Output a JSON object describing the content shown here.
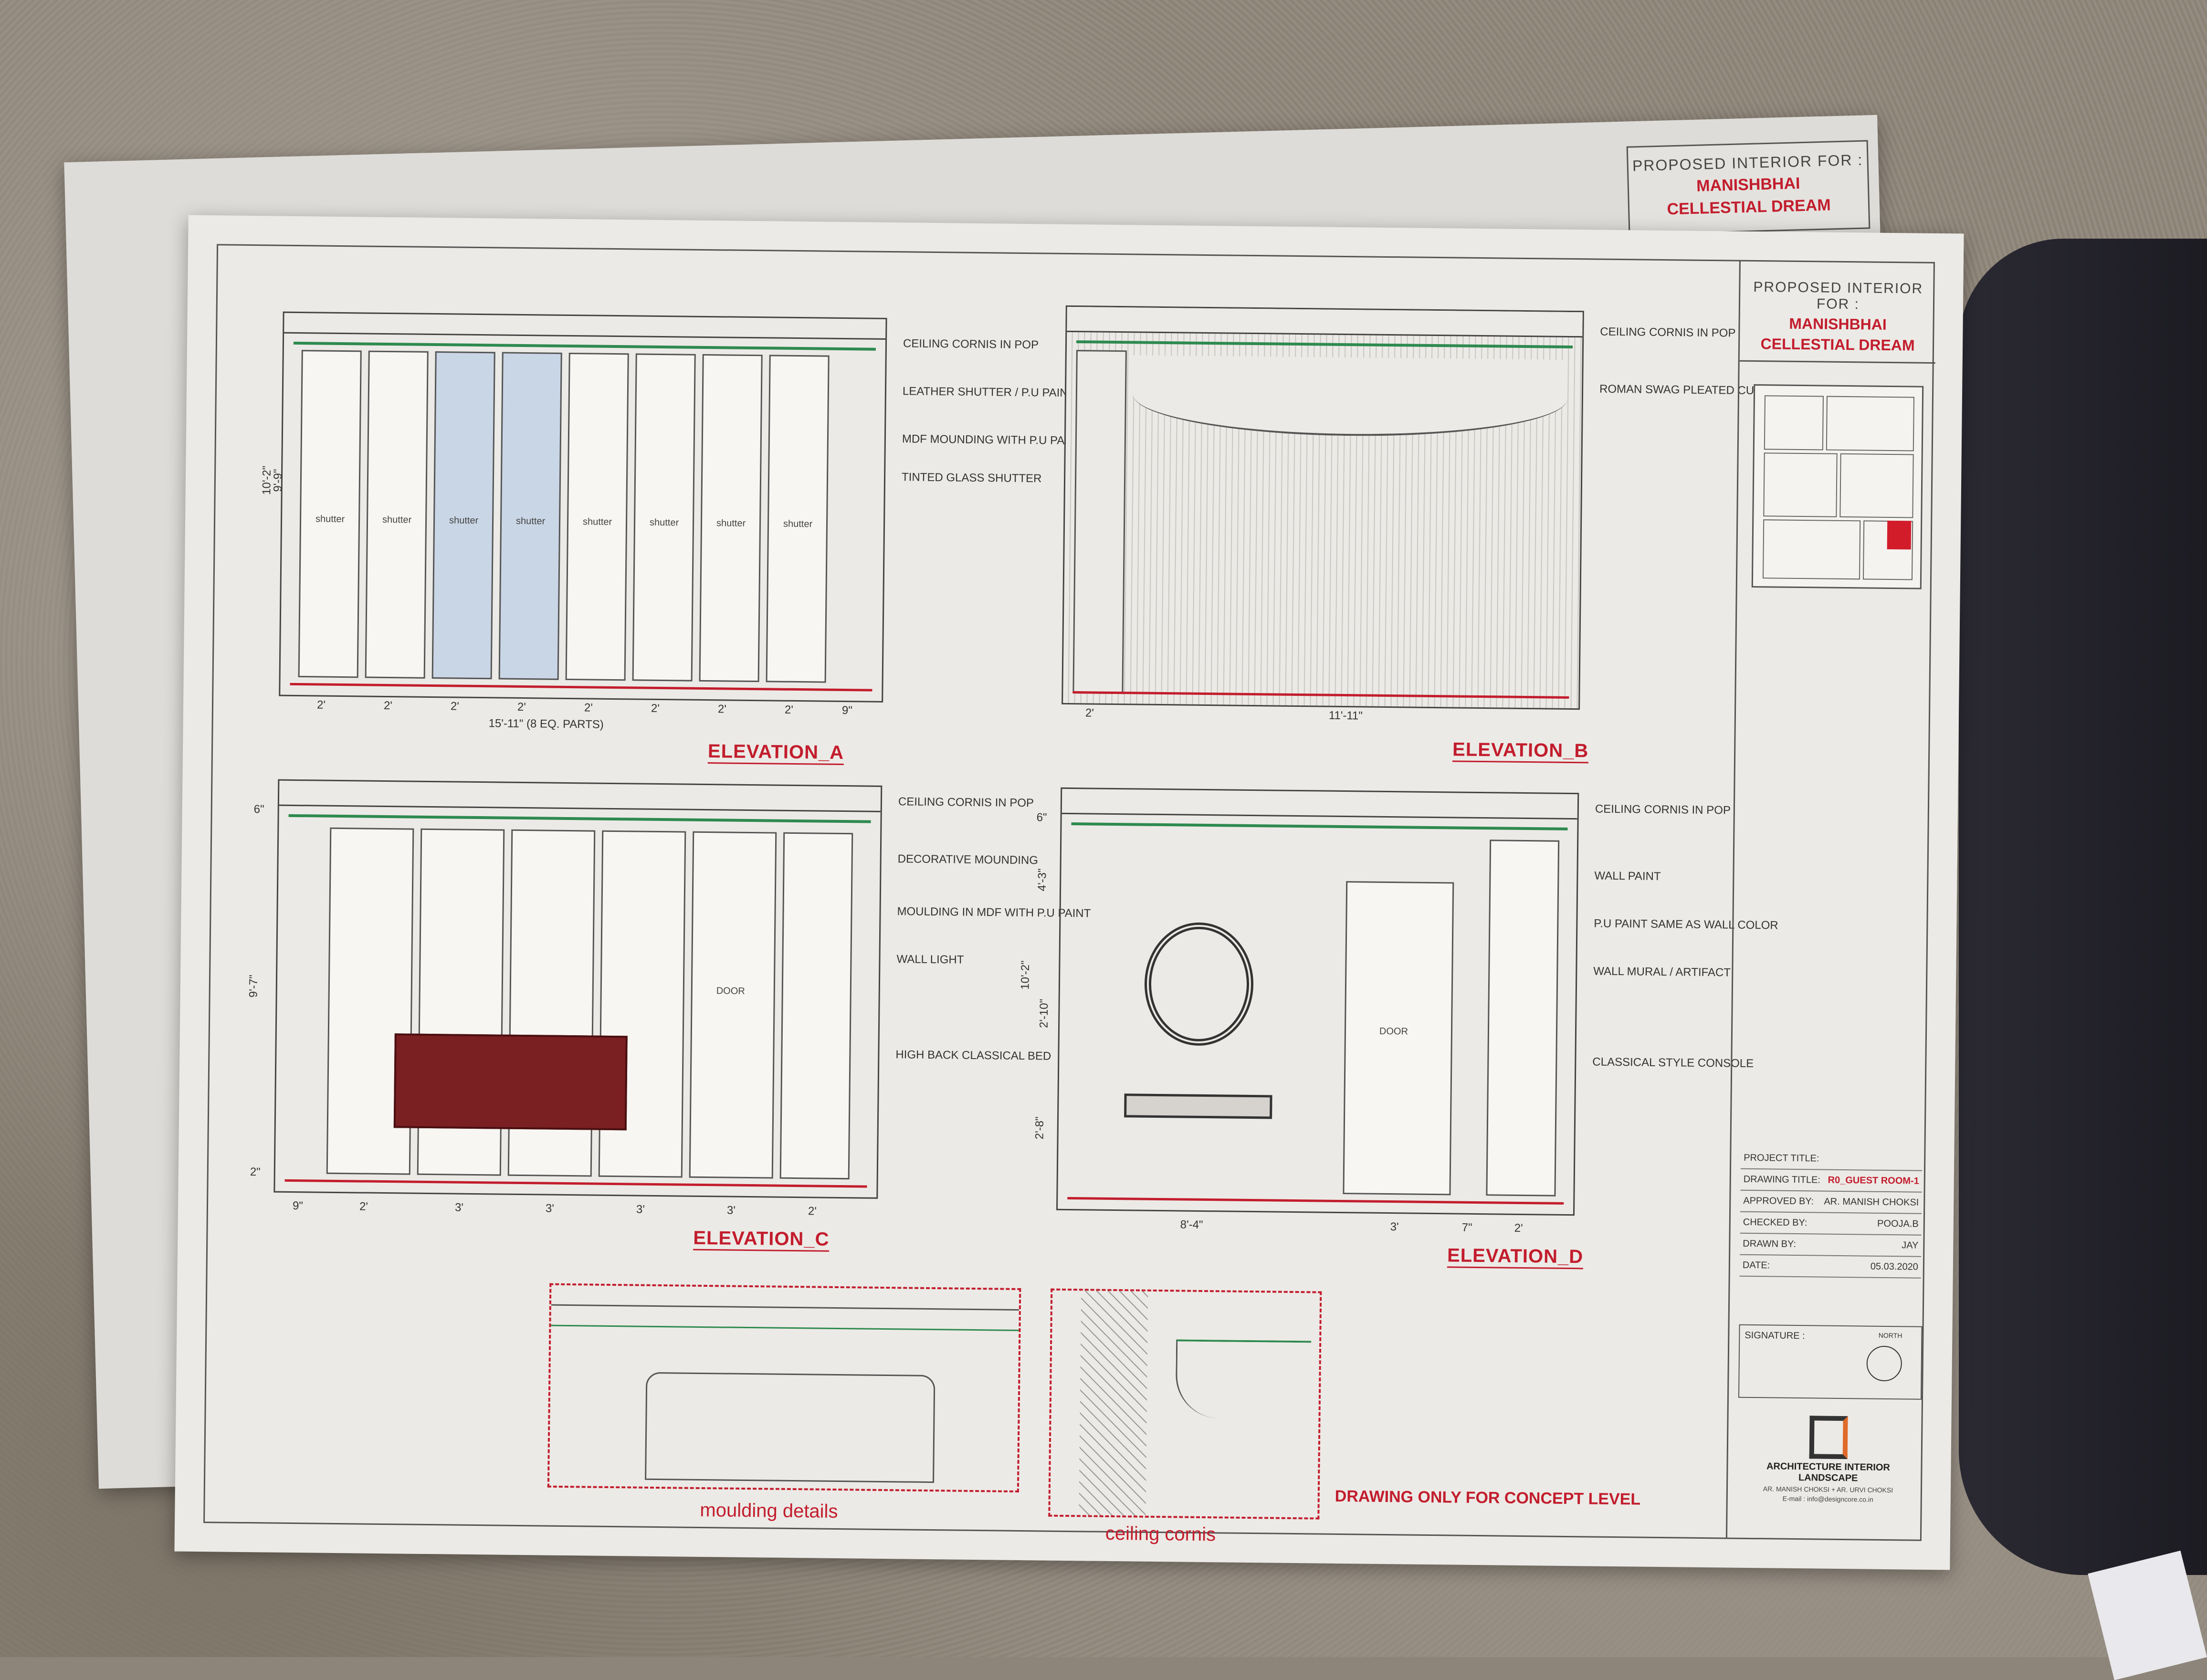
{
  "back_sheet": {
    "proposed_for": "PROPOSED INTERIOR FOR :",
    "client": "MANISHBHAI",
    "project": "CELLESTIAL DREAM"
  },
  "title_block": {
    "proposed_for": "PROPOSED INTERIOR FOR :",
    "client": "MANISHBHAI",
    "project": "CELLESTIAL DREAM",
    "project_title_label": "PROJECT TITLE:",
    "drawing_title_label": "DRAWING TITLE:",
    "drawing_title_value": "R0_GUEST ROOM-1",
    "approved_by_label": "APPROVED BY:",
    "approved_by_value": "AR. MANISH CHOKSI",
    "checked_by_label": "CHECKED BY:",
    "checked_by_value": "POOJA.B",
    "drawn_by_label": "DRAWN BY:",
    "drawn_by_value": "JAY",
    "date_label": "DATE:",
    "date_value": "05.03.2020",
    "signature_label": "SIGNATURE :",
    "north_label": "NORTH",
    "firm_disciplines": "ARCHITECTURE  INTERIOR  LANDSCAPE",
    "firm_principals": "AR. MANISH CHOKSI + AR. URVI CHOKSI",
    "firm_email": "E-mail : info@designcore.co.in"
  },
  "elevation_a": {
    "label": "ELEVATION_A",
    "panels": [
      "shutter",
      "shutter",
      "shutter",
      "shutter",
      "shutter",
      "shutter",
      "shutter",
      "shutter"
    ],
    "notes": [
      "CEILING CORNIS IN POP",
      "LEATHER SHUTTER / P.U PAINT",
      "MDF MOUNDING WITH P.U PAINT",
      "TINTED GLASS SHUTTER"
    ],
    "height_dims": [
      "10'-2\"",
      "9'-9\""
    ],
    "width_dims": [
      "2'",
      "2'",
      "2'",
      "2'",
      "2'",
      "2'",
      "2'",
      "2'",
      "9\""
    ],
    "total": "15'-11\" (8 EQ. PARTS)"
  },
  "elevation_b": {
    "label": "ELEVATION_B",
    "notes": [
      "CEILING CORNIS IN POP",
      "ROMAN SWAG PLEATED CURTAIN"
    ],
    "width_dims": [
      "2'",
      "11'-11\""
    ]
  },
  "elevation_c": {
    "label": "ELEVATION_C",
    "door_label": "DOOR",
    "notes": [
      "CEILING CORNIS IN POP",
      "DECORATIVE MOUNDING",
      "MOULDING IN MDF WITH P.U PAINT",
      "WALL LIGHT",
      "HIGH BACK CLASSICAL BED"
    ],
    "height_dims": [
      "6\"",
      "9'-7\"",
      "2\""
    ],
    "width_dims": [
      "9\"",
      "2'",
      "3'",
      "3'",
      "3'",
      "3'",
      "2'"
    ]
  },
  "elevation_d": {
    "label": "ELEVATION_D",
    "door_label": "DOOR",
    "notes": [
      "CEILING CORNIS IN POP",
      "WALL PAINT",
      "P.U PAINT SAME AS WALL COLOR",
      "WALL MURAL / ARTIFACT",
      "CLASSICAL STYLE CONSOLE"
    ],
    "height_dims": [
      "6\"",
      "4'-3\"",
      "10'-2\"",
      "2'-10\"",
      "2'-8\""
    ],
    "width_dims": [
      "8'-4\"",
      "3'",
      "7\"",
      "2'"
    ]
  },
  "details": {
    "moulding": "moulding details",
    "cornis": "ceiling cornis"
  },
  "footer_note": "DRAWING ONLY FOR CONCEPT LEVEL",
  "colors": {
    "accent_red": "#c21d2d",
    "bed": "#7a1f22",
    "glass": "#c9d6e6"
  }
}
